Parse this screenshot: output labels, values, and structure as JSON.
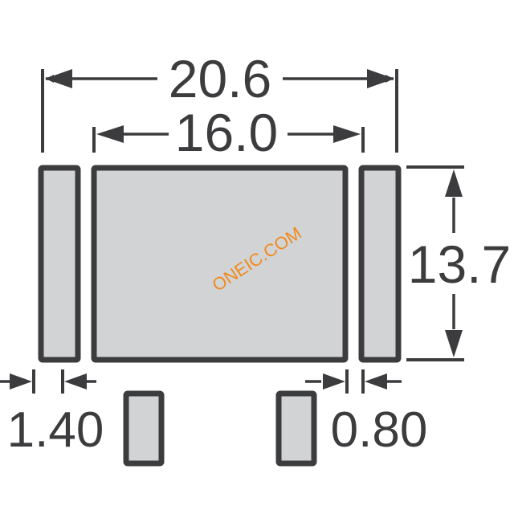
{
  "diagram": {
    "type": "component footprint / land pattern",
    "colors": {
      "outline": "#3c3c3e",
      "pad_fill": "#d2d3d5",
      "watermark": "#f08a1c"
    },
    "dimensions": {
      "overall_width": "20.6",
      "body_width": "16.0",
      "height": "13.7",
      "pad_width": "1.40",
      "gap": "0.80"
    },
    "watermark": "ONEIC.COM"
  }
}
